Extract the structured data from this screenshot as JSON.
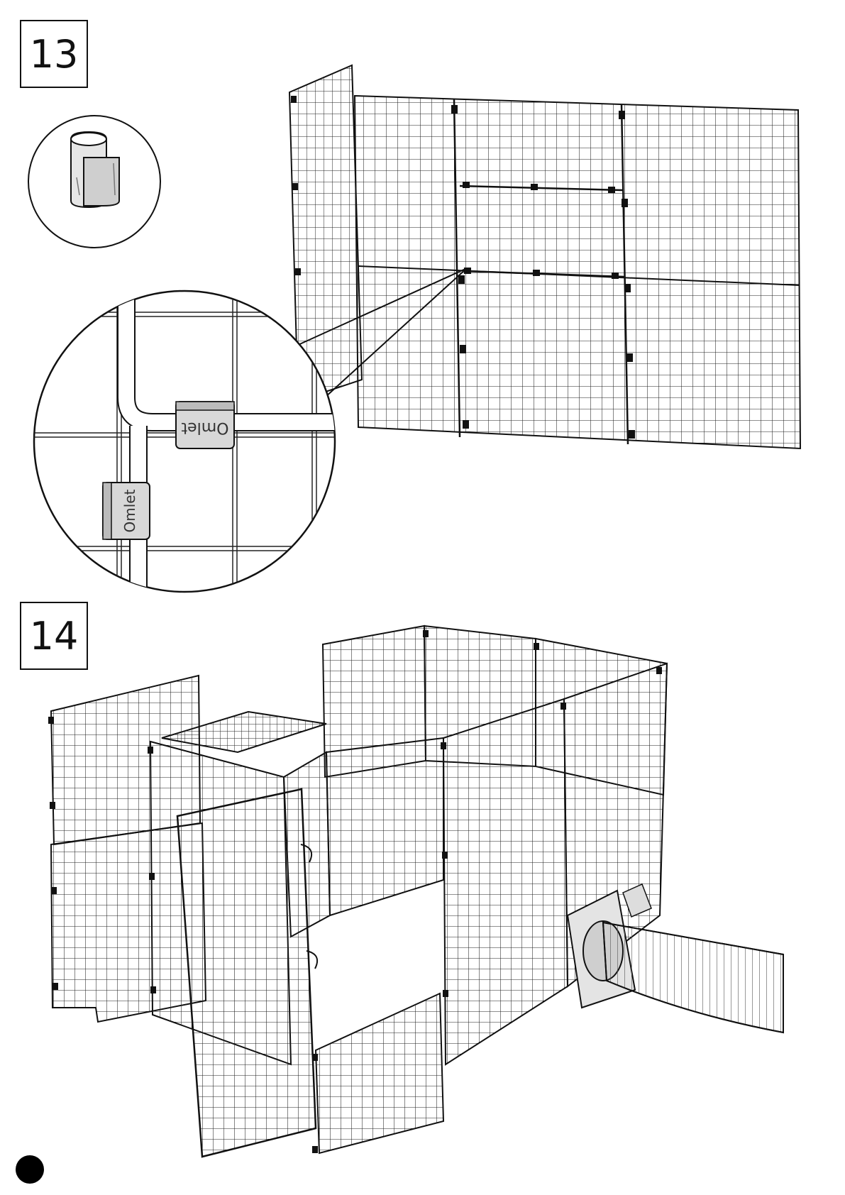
{
  "steps": [
    {
      "number": "13"
    },
    {
      "number": "14"
    }
  ],
  "clip_brand": {
    "text": "Omlet"
  },
  "icons": [
    "cable-clip-icon",
    "mesh-panel-illustration",
    "connector-tube-illustration"
  ],
  "colors": {
    "ink": "#111111",
    "clip_fill": "#d8d8d8",
    "paper": "#ffffff"
  }
}
